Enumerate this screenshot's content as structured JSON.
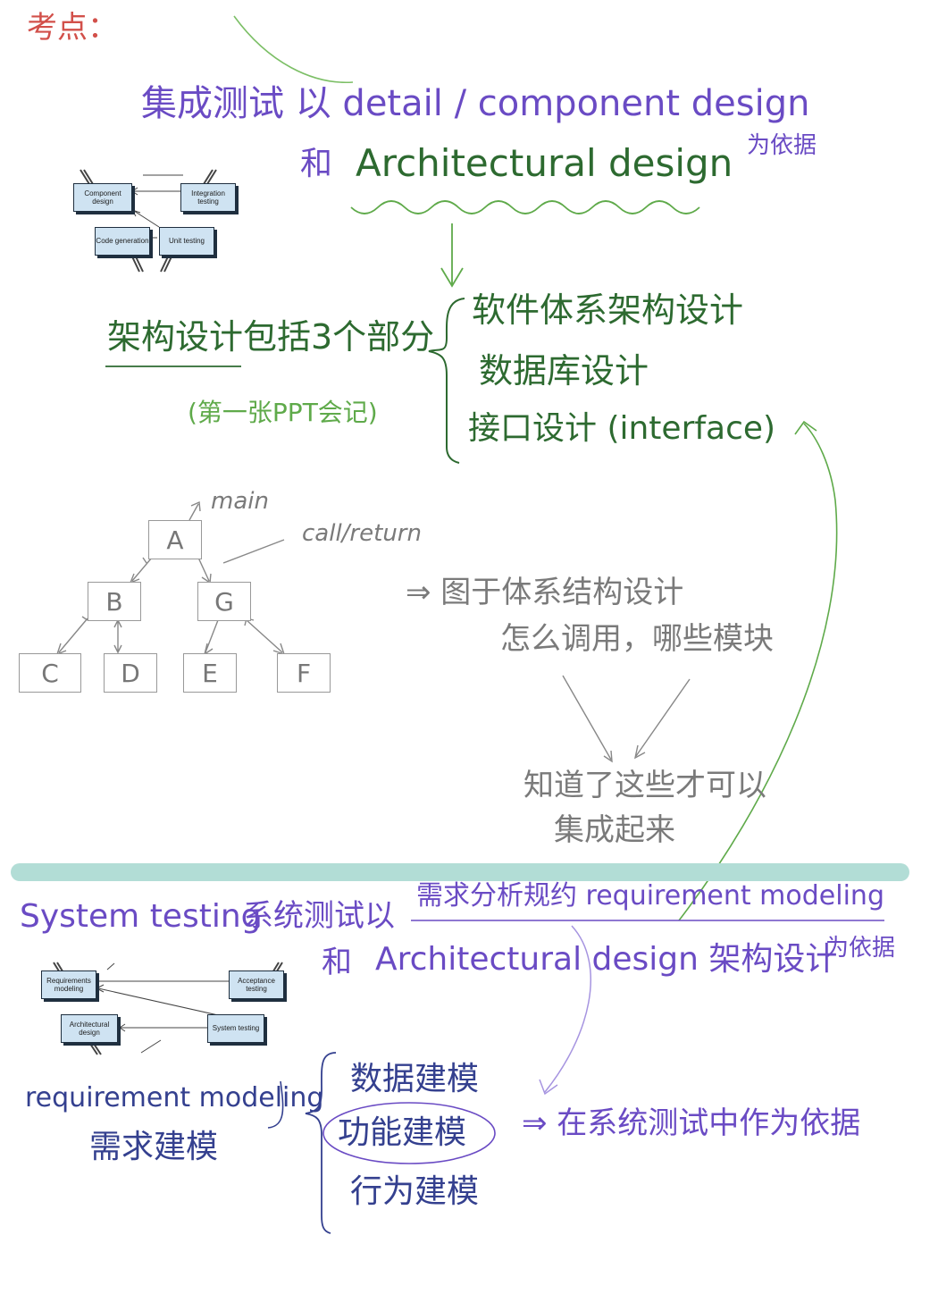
{
  "corner_note": "考点：",
  "section1": {
    "line1": "集成测试 以 detail / component design",
    "line2_prefix": "和",
    "line2_main": "Architectural design",
    "line2_suffix": "为依据",
    "diagram": {
      "component_design": "Component design",
      "integration_testing": "Integration testing",
      "code_generation": "Code generation",
      "unit_testing": "Unit testing"
    },
    "arch_heading": "架构设计包括3个部分",
    "arch_note": "(第一张PPT会记)",
    "arch_items": [
      "软件体系架构设计",
      "数据库设计",
      "接口设计 (interface)"
    ]
  },
  "call_tree": {
    "nodes": [
      "A",
      "B",
      "G",
      "C",
      "D",
      "E",
      "F"
    ],
    "main_label": "main",
    "call_label": "call/return"
  },
  "gray_notes": {
    "line1": "⇒ 图于体系结构设计",
    "line2": "怎么调用，哪些模块",
    "line3": "知道了这些才可以",
    "line4": "集成起来"
  },
  "section2": {
    "line1_a": "System testing",
    "line1_b": "系统测试以",
    "line1_c": "需求分析规约 requirement modeling",
    "line2_prefix": "和",
    "line2_main": "Architectural design 架构设计",
    "line2_suffix": "为依据",
    "diagram": {
      "requirements_modeling": "Requirements modeling",
      "acceptance_testing": "Acceptance testing",
      "architectural_design": "Architectural design",
      "system_testing": "System testing"
    },
    "req_en": "requirement modeling",
    "req_cn": "需求建模",
    "req_items": [
      "数据建模",
      "功能建模",
      "行为建模"
    ],
    "conclusion": "⇒ 在系统测试中作为依据"
  },
  "colors": {
    "purple": "#6a4bc4",
    "green": "#2d6a30",
    "light_green": "#5faa4a",
    "gray": "#7a7a7a",
    "navy": "#34408f",
    "red": "#d2504a",
    "divider": "#b2ddd6",
    "box_fill": "#cfe3f2"
  }
}
